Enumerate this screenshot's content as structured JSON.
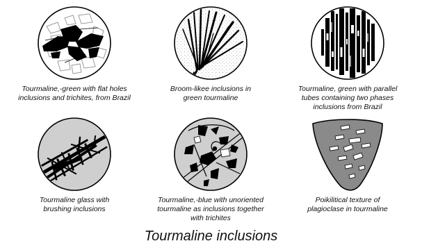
{
  "panels": [
    {
      "caption_lines": [
        "Tourmaline,-green with flat holes",
        "inclusions and trichites, from Brazil"
      ]
    },
    {
      "caption_lines": [
        "Broom-likee inclusions in",
        "green tourmaline"
      ]
    },
    {
      "caption_lines": [
        "Tourmaline, green with parallel",
        "tubes containing two phases",
        "inclusions from Brazil"
      ]
    },
    {
      "caption_lines": [
        "Tourmaline glass with",
        "brushing inclusions"
      ]
    },
    {
      "caption_lines": [
        "Tourmaline,-blue with unoriented",
        "tourmaline as inclusions together",
        "with trichites"
      ]
    },
    {
      "caption_lines": [
        "Poikilitical texture of",
        "plagioclase in tourmaline"
      ]
    }
  ],
  "title": "Tourmaline inclusions",
  "colors": {
    "outline": "#000000",
    "grey_fill": "#cfcfcf",
    "dark_fill": "#8a8a8a",
    "dots": "#9a9a9a"
  }
}
